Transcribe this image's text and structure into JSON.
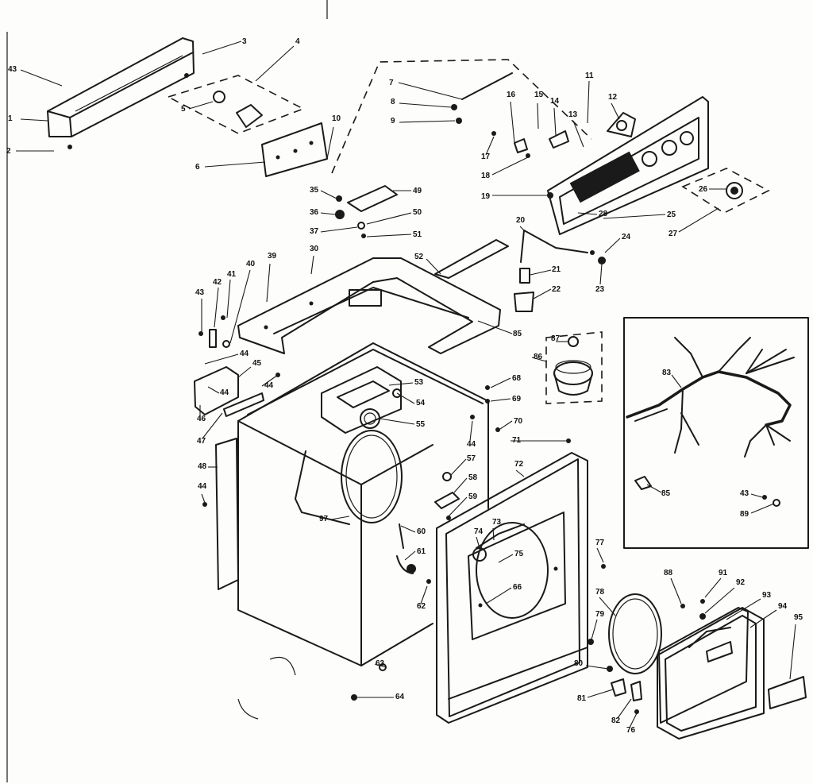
{
  "labels": [
    {
      "text": "43"
    },
    {
      "text": "1"
    },
    {
      "text": "2"
    },
    {
      "text": "3"
    },
    {
      "text": "4"
    },
    {
      "text": "5"
    },
    {
      "text": "6"
    },
    {
      "text": "10"
    },
    {
      "text": "7"
    },
    {
      "text": "8"
    },
    {
      "text": "9"
    },
    {
      "text": "11"
    },
    {
      "text": "12"
    },
    {
      "text": "16"
    },
    {
      "text": "15"
    },
    {
      "text": "14"
    },
    {
      "text": "13"
    },
    {
      "text": "17"
    },
    {
      "text": "18"
    },
    {
      "text": "19"
    },
    {
      "text": "26"
    },
    {
      "text": "25"
    },
    {
      "text": "27"
    },
    {
      "text": "28"
    },
    {
      "text": "35"
    },
    {
      "text": "36"
    },
    {
      "text": "37"
    },
    {
      "text": "49"
    },
    {
      "text": "50"
    },
    {
      "text": "51"
    },
    {
      "text": "52"
    },
    {
      "text": "20"
    },
    {
      "text": "21"
    },
    {
      "text": "22"
    },
    {
      "text": "24"
    },
    {
      "text": "23"
    },
    {
      "text": "39"
    },
    {
      "text": "30"
    },
    {
      "text": "40"
    },
    {
      "text": "41"
    },
    {
      "text": "42"
    },
    {
      "text": "43"
    },
    {
      "text": "44"
    },
    {
      "text": "45"
    },
    {
      "text": "44"
    },
    {
      "text": "44"
    },
    {
      "text": "46"
    },
    {
      "text": "47"
    },
    {
      "text": "48"
    },
    {
      "text": "44"
    },
    {
      "text": "53"
    },
    {
      "text": "54"
    },
    {
      "text": "55"
    },
    {
      "text": "85"
    },
    {
      "text": "86"
    },
    {
      "text": "87"
    },
    {
      "text": "68"
    },
    {
      "text": "69"
    },
    {
      "text": "70"
    },
    {
      "text": "44"
    },
    {
      "text": "71"
    },
    {
      "text": "72"
    },
    {
      "text": "57"
    },
    {
      "text": "58"
    },
    {
      "text": "59"
    },
    {
      "text": "97"
    },
    {
      "text": "60"
    },
    {
      "text": "61"
    },
    {
      "text": "62"
    },
    {
      "text": "73"
    },
    {
      "text": "74"
    },
    {
      "text": "75"
    },
    {
      "text": "77"
    },
    {
      "text": "66"
    },
    {
      "text": "63"
    },
    {
      "text": "64"
    },
    {
      "text": "78"
    },
    {
      "text": "79"
    },
    {
      "text": "80"
    },
    {
      "text": "81"
    },
    {
      "text": "82"
    },
    {
      "text": "76"
    },
    {
      "text": "88"
    },
    {
      "text": "91"
    },
    {
      "text": "92"
    },
    {
      "text": "93"
    },
    {
      "text": "94"
    },
    {
      "text": "95"
    },
    {
      "text": "83"
    },
    {
      "text": "85"
    },
    {
      "text": "43"
    },
    {
      "text": "89"
    }
  ]
}
